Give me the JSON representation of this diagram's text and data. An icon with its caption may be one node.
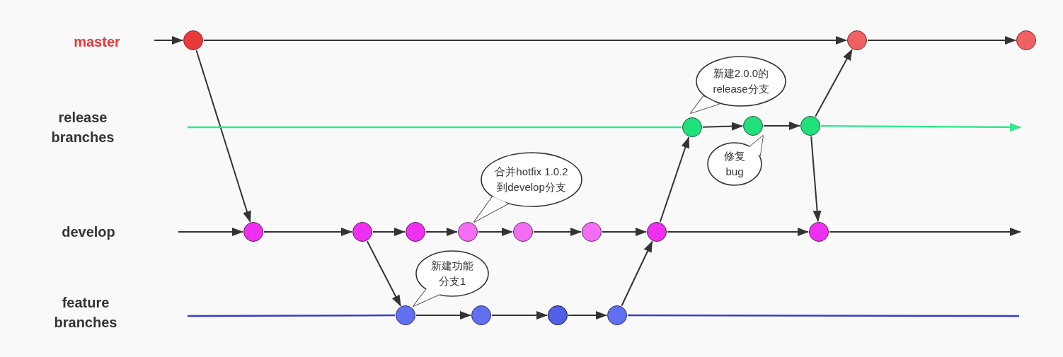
{
  "diagram": {
    "nodes": [
      {
        "text": [],
        "shape": "circle"
      },
      {
        "text": [],
        "shape": "circle"
      },
      {
        "text": [],
        "shape": "circle"
      },
      {
        "text": [],
        "shape": "circle"
      },
      {
        "text": [],
        "shape": "circle"
      },
      {
        "text": [],
        "shape": "circle"
      },
      {
        "text": [],
        "shape": "circle"
      },
      {
        "text": [],
        "shape": "circle"
      },
      {
        "text": [],
        "shape": "circle"
      },
      {
        "text": [],
        "shape": "circle"
      },
      {
        "text": [],
        "shape": "circle"
      },
      {
        "text": [],
        "shape": "circle"
      },
      {
        "text": [],
        "shape": "circle"
      },
      {
        "text": [],
        "shape": "circle"
      },
      {
        "text": [],
        "shape": "circle"
      },
      {
        "text": [],
        "shape": "circle"
      },
      {
        "text": [],
        "shape": "circle"
      },
      {
        "text": [],
        "shape": "circle"
      },
      {
        "text": [
          "新建2.0.0的release分支"
        ]
      },
      {
        "text": [
          "修复bug"
        ]
      },
      {
        "text": [
          "合并hotfix 1.0.2到develop分支"
        ]
      },
      {
        "text": [
          "新建功能分支1"
        ]
      }
    ],
    "edges": [
      {
        "from": null,
        "to": 0,
        "arrow": "to"
      },
      {
        "from": 0,
        "to": 1,
        "arrow": "to"
      },
      {
        "from": 1,
        "to": 2,
        "arrow": "to"
      },
      {
        "from": 0,
        "to": 6,
        "arrow": "to"
      },
      {
        "from": null,
        "to": 3,
        "arrow": "none",
        "color": "#2ee88a"
      },
      {
        "from": 3,
        "to": 4,
        "arrow": "to"
      },
      {
        "from": 4,
        "to": 5,
        "arrow": "to"
      },
      {
        "from": 5,
        "to": null,
        "arrow": "to",
        "color": "#2ee88a"
      },
      {
        "from": 5,
        "to": 1,
        "arrow": "to"
      },
      {
        "from": 5,
        "to": 13,
        "arrow": "to"
      },
      {
        "from": null,
        "to": 6,
        "arrow": "to"
      },
      {
        "from": 6,
        "to": 7,
        "arrow": "to"
      },
      {
        "from": 7,
        "to": 8,
        "arrow": "to"
      },
      {
        "from": 8,
        "to": 9,
        "arrow": "to"
      },
      {
        "from": 9,
        "to": 10,
        "arrow": "to"
      },
      {
        "from": 10,
        "to": 11,
        "arrow": "to"
      },
      {
        "from": 11,
        "to": 12,
        "arrow": "to"
      },
      {
        "from": 12,
        "to": 13,
        "arrow": "to"
      },
      {
        "from": 13,
        "to": null,
        "arrow": "to"
      },
      {
        "from": 12,
        "to": 3,
        "arrow": "to"
      },
      {
        "from": 7,
        "to": 14,
        "arrow": "to"
      },
      {
        "from": null,
        "to": 14,
        "arrow": "none",
        "color": "#3a3ad0"
      },
      {
        "from": 14,
        "to": 15,
        "arrow": "to"
      },
      {
        "from": 15,
        "to": 16,
        "arrow": "to"
      },
      {
        "from": 16,
        "to": 17,
        "arrow": "to"
      },
      {
        "from": 17,
        "to": 12,
        "arrow": "to"
      },
      {
        "from": 17,
        "to": null,
        "arrow": "none",
        "color": "#3a3ad0"
      }
    ],
    "labels": [
      "master",
      "release branches",
      "develop",
      "feature branches"
    ]
  }
}
